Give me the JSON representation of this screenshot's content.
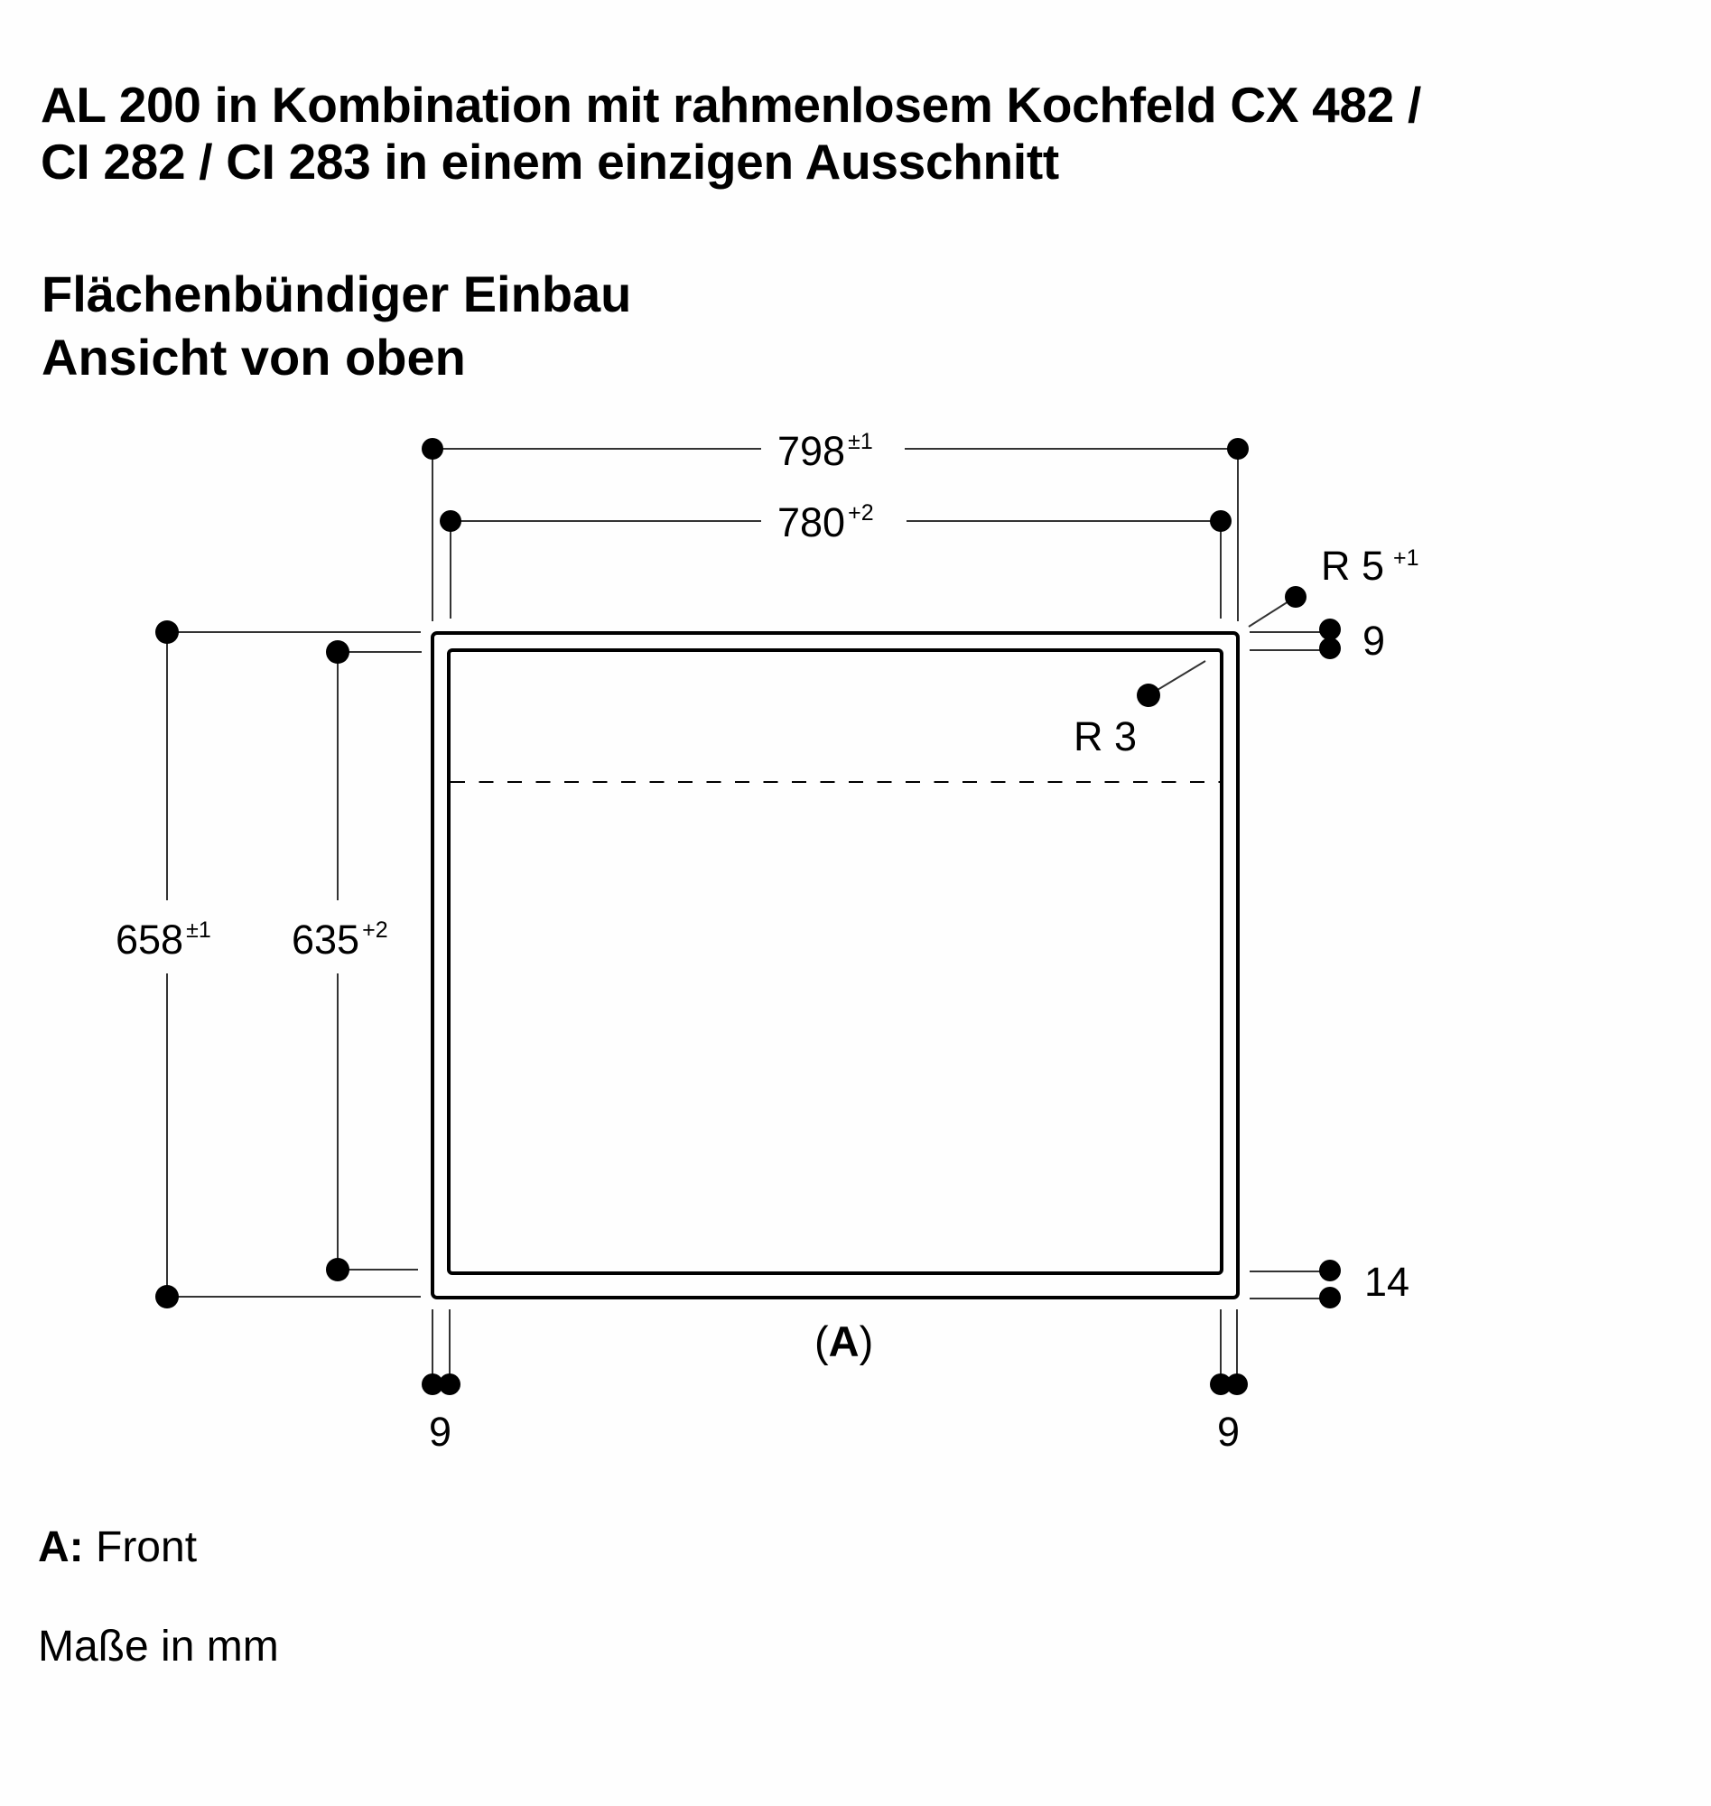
{
  "header": {
    "title_line1": "AL 200 in Kombination mit rahmenlosem Kochfeld CX 482 /",
    "title_line2": "CI 282 / CI 283 in einem einzigen Ausschnitt",
    "subtitle_line1": "Flächenbündiger Einbau",
    "subtitle_line2": "Ansicht von oben"
  },
  "drawing": {
    "outer_width": {
      "value": "798",
      "tolerance": "±1"
    },
    "inner_width": {
      "value": "780",
      "tolerance": "+2"
    },
    "outer_height": {
      "value": "658",
      "tolerance": "±1"
    },
    "inner_height": {
      "value": "635",
      "tolerance": "+2"
    },
    "outer_radius": {
      "value": "R 5",
      "tolerance": "+1"
    },
    "inner_radius": {
      "value": "R 3"
    },
    "top_offset": "9",
    "bottom_offset": "14",
    "left_offset": "9",
    "right_offset": "9",
    "front_marker": "(A)",
    "front_marker_letter": "A"
  },
  "legend": {
    "key": "A:",
    "key_label": "Front",
    "units": "Maße in mm"
  },
  "colors": {
    "line": "#000000",
    "dim_line": "#333333",
    "background": "#fefefe"
  }
}
